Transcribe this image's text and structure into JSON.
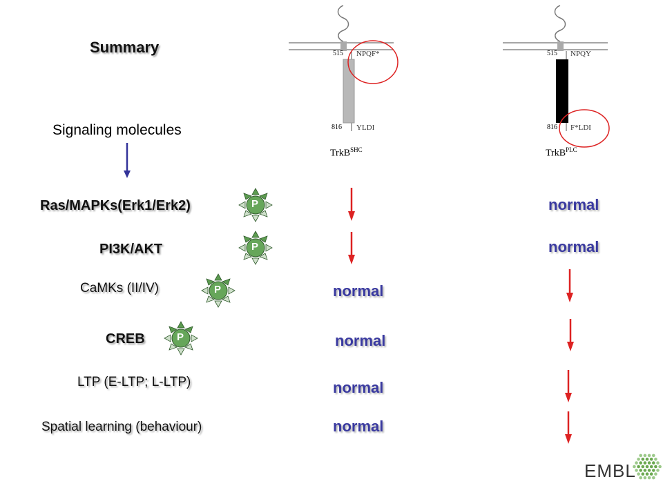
{
  "title": "Summary",
  "subtitle": "Signaling molecules",
  "phospho_label": "P",
  "receptors": [
    {
      "top_site": "515",
      "top_motif": "NPQF*",
      "bottom_site": "816",
      "bottom_motif": "YLDI",
      "name": "TrkB",
      "sup": "SHC"
    },
    {
      "top_site": "515",
      "top_motif": "NPQY",
      "bottom_site": "816",
      "bottom_motif": "F*LDI",
      "name": "TrkB",
      "sup": "PLC"
    }
  ],
  "rows": [
    {
      "label": "Ras/MAPKs(Erk1/Erk2)",
      "shc": "down",
      "plc": "normal"
    },
    {
      "label": "PI3K/AKT",
      "shc": "down",
      "plc": "normal"
    },
    {
      "label": "CaMKs (II/IV)",
      "shc": "normal",
      "plc": "down"
    },
    {
      "label": "CREB",
      "shc": "normal",
      "plc": "down"
    },
    {
      "label": "LTP (E-LTP; L-LTP)",
      "shc": "normal",
      "plc": "down"
    },
    {
      "label": "Spatial learning (behaviour)",
      "shc": "normal",
      "plc": "down"
    }
  ],
  "logo": "EMBL",
  "colors": {
    "normal_text": "#3a3aa0",
    "down_arrow": "#dd2222",
    "blue_arrow": "#333399",
    "phospho_fill": "#66a65a",
    "logo_green": "#6aa84f"
  }
}
